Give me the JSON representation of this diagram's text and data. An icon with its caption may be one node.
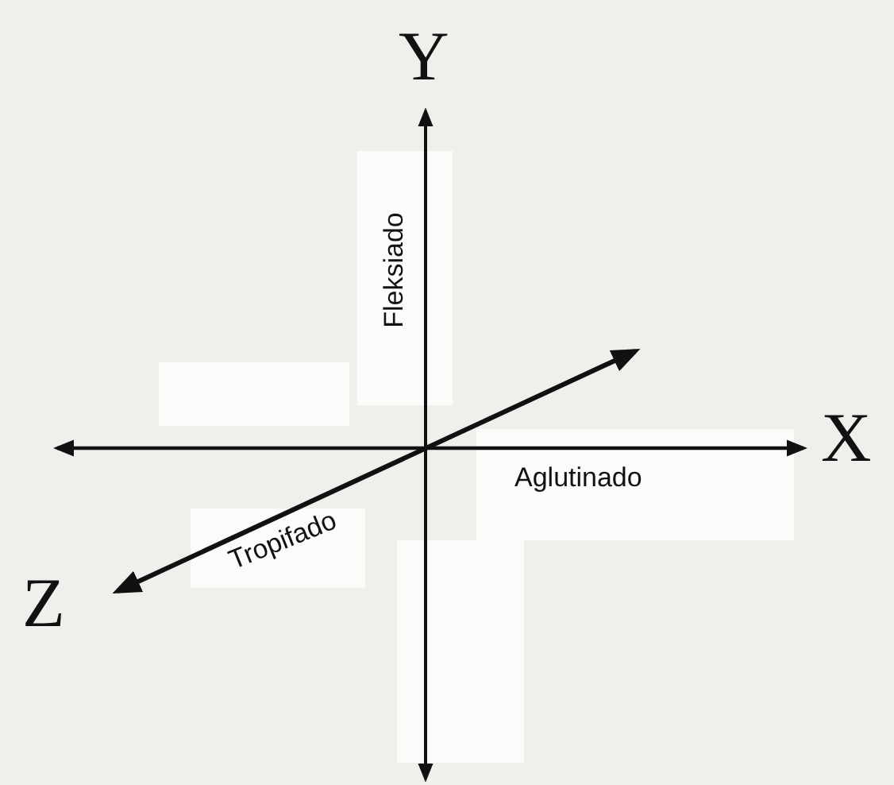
{
  "diagram": {
    "labels": [
      "Y",
      "Fleksiado",
      "X",
      "Aglutinado",
      "Z",
      "Tropifado"
    ]
  }
}
